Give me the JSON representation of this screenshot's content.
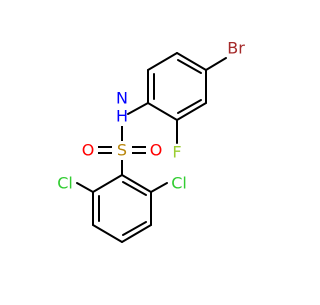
{
  "molecule": {
    "atoms": {
      "br": {
        "label": "Br",
        "color": "#a52a2a"
      },
      "nh": {
        "label": "N\nH",
        "n": "N",
        "h": "H",
        "color": "#0000ff"
      },
      "s": {
        "label": "S",
        "color": "#b8860b"
      },
      "o_left": {
        "label": "O",
        "color": "#ff0000"
      },
      "o_right": {
        "label": "O",
        "color": "#ff0000"
      },
      "f": {
        "label": "F",
        "color": "#9acd32"
      },
      "cl_left": {
        "label": "Cl",
        "color": "#32cd32"
      },
      "cl_right": {
        "label": "Cl",
        "color": "#32cd32"
      }
    },
    "bond_color": "#000000"
  }
}
